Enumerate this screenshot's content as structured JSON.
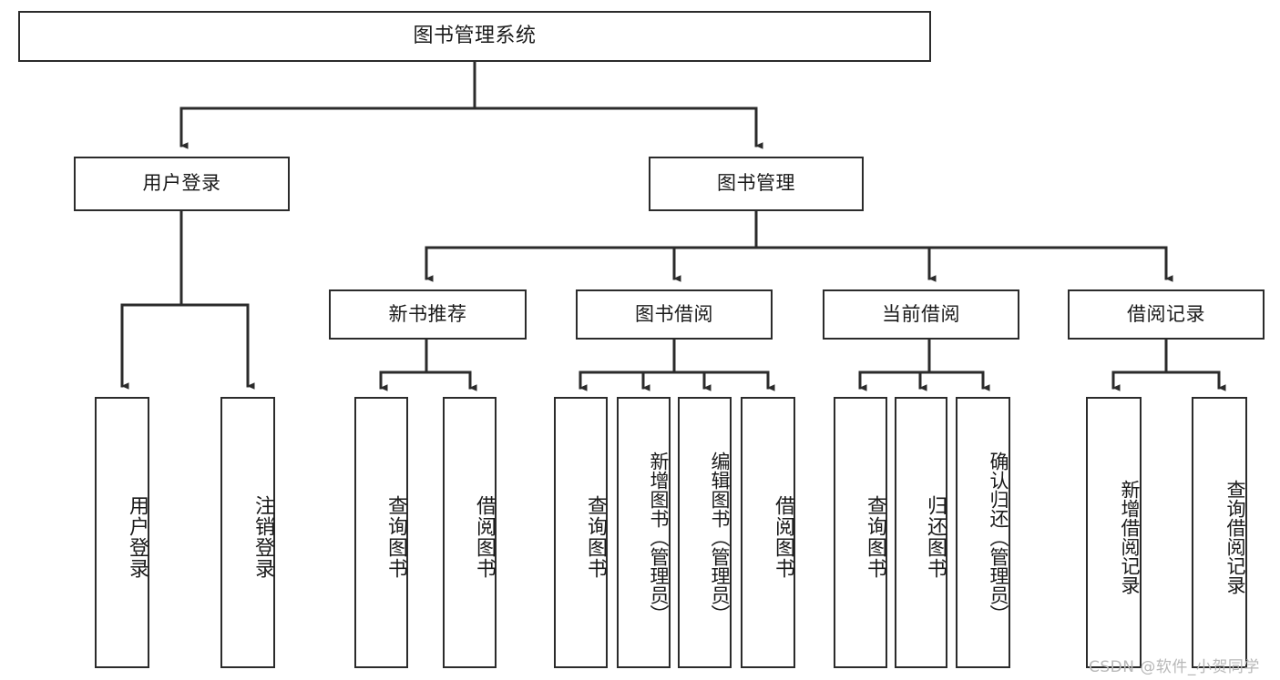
{
  "diagram": {
    "title": "图书管理系统",
    "type": "tree-hierarchy",
    "watermark": "CSDN @软件_小贺同学",
    "colors": {
      "stroke": "#2b2b2b",
      "fill": "#ffffff",
      "text": "#1a1a1a",
      "watermark": "#b8b8b8"
    },
    "levels": {
      "root": {
        "label": "图书管理系统"
      },
      "level2": [
        {
          "label": "用户登录"
        },
        {
          "label": "图书管理"
        }
      ],
      "level3": [
        {
          "label": "新书推荐"
        },
        {
          "label": "图书借阅"
        },
        {
          "label": "当前借阅"
        },
        {
          "label": "借阅记录"
        }
      ],
      "leaves": {
        "user_login": [
          {
            "label": "用户登录"
          },
          {
            "label": "注销登录"
          }
        ],
        "new_book": [
          {
            "label": "查询图书"
          },
          {
            "label": "借阅图书"
          }
        ],
        "book_borrow": [
          {
            "label": "查询图书"
          },
          {
            "label": "新增图书（管理员）"
          },
          {
            "label": "编辑图书（管理员）"
          },
          {
            "label": "借阅图书"
          }
        ],
        "current_borrow": [
          {
            "label": "查询图书"
          },
          {
            "label": "归还图书"
          },
          {
            "label": "确认归还（管理员）"
          }
        ],
        "borrow_record": [
          {
            "label": "新增借阅记录"
          },
          {
            "label": "查询借阅记录"
          }
        ]
      }
    }
  }
}
